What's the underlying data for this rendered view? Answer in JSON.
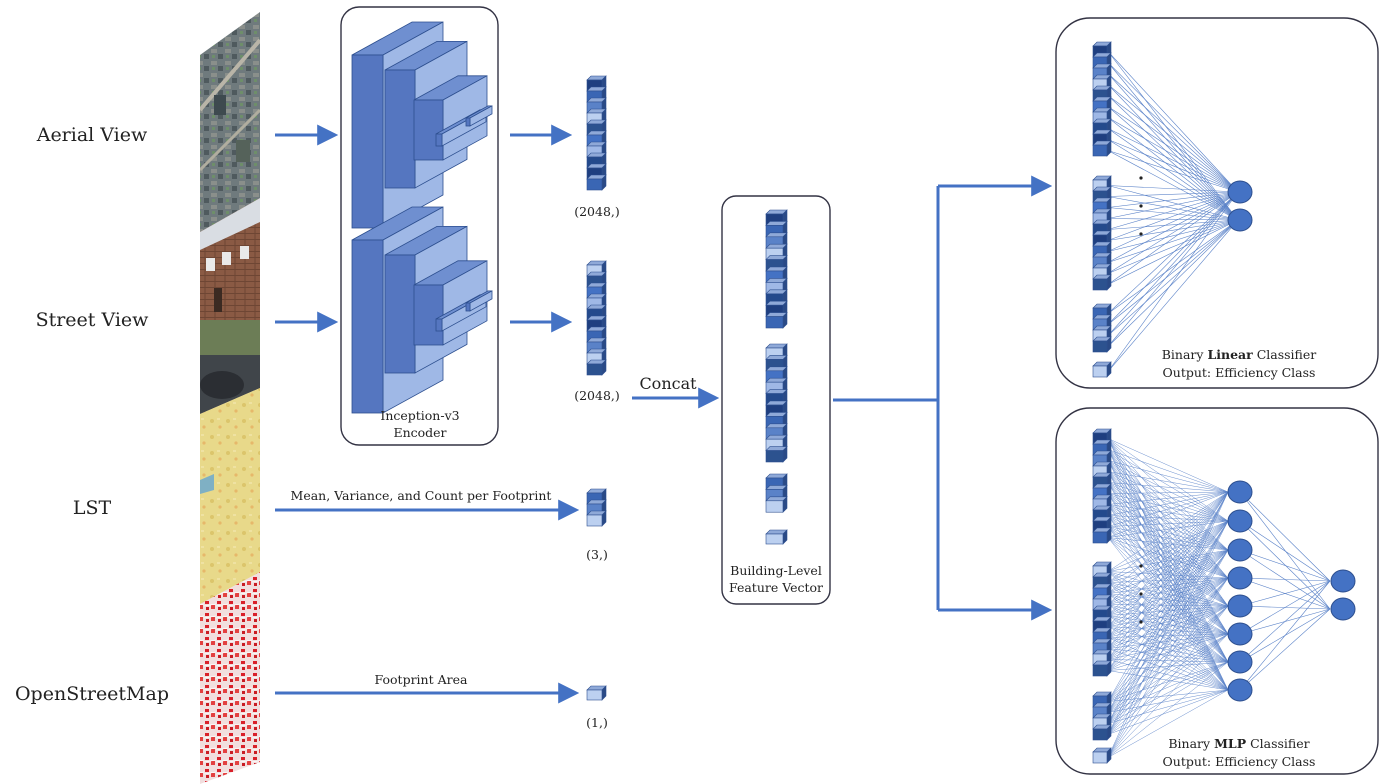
{
  "inputs": {
    "aerial_label": "Aerial View",
    "street_label": "Street View",
    "lst_label": "LST",
    "osm_label": "OpenStreetMap"
  },
  "encoder": {
    "name_line1": "Inception-v3",
    "name_line2": "Encoder"
  },
  "shapes": {
    "aerial_vector": "(2048,)",
    "street_vector": "(2048,)",
    "lst_vector": "(3,)",
    "osm_vector": "(1,)"
  },
  "edges": {
    "lst_label": "Mean, Variance, and Count per Footprint",
    "osm_label": "Footprint Area",
    "concat_label": "Concat"
  },
  "feature_vector": {
    "line1": "Building-Level",
    "line2": "Feature Vector"
  },
  "linear_classifier": {
    "prefix": "Binary ",
    "bold": "Linear",
    "suffix": " Classifier",
    "output": "Output: Efficiency Class"
  },
  "mlp_classifier": {
    "prefix": "Binary ",
    "bold": "MLP",
    "suffix": " Classifier",
    "output": "Output: Efficiency Class"
  },
  "colors": {
    "dark": "#1f3f80",
    "mid": "#3a66b4",
    "light": "#bcd0f0",
    "accent": "#4472c4",
    "line": "#5a82c8"
  }
}
